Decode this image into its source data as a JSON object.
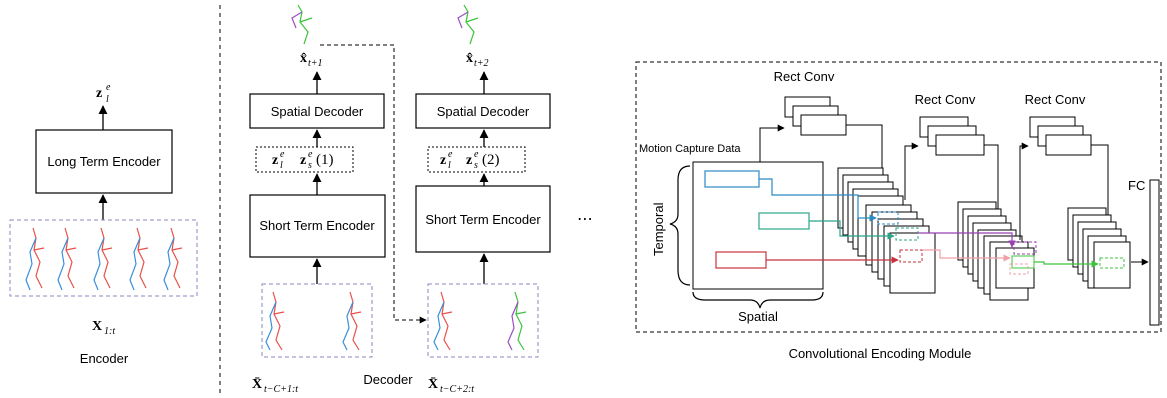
{
  "encoder": {
    "latent_label": "z",
    "latent_sup": "e",
    "latent_sub": "l",
    "box_label": "Long Term Encoder",
    "input_label": "X",
    "input_sub": "1:t",
    "section_label": "Encoder"
  },
  "decoder": {
    "section_label": "Decoder",
    "step1": {
      "output_label": "x̂",
      "output_sub": "t+1",
      "spatial_label": "Spatial Decoder",
      "z_long": "z",
      "z_short": "z",
      "z_index": "(1)",
      "short_label": "Short Term Encoder",
      "input_label": "X̄",
      "input_sub": "t−C+1:t"
    },
    "step2": {
      "output_label": "x̂",
      "output_sub": "t+2",
      "spatial_label": "Spatial Decoder",
      "z_long": "z",
      "z_short": "z",
      "z_index": "(2)",
      "short_label": "Short Term Encoder",
      "input_label": "X̄",
      "input_sub": "t−C+2:t"
    },
    "ellipsis": "⋯"
  },
  "conv_module": {
    "title": "Convolutional Encoding Module",
    "motion_label": "Motion Capture Data",
    "temporal_label": "Temporal",
    "spatial_label": "Spatial",
    "rect_conv_1": "Rect Conv",
    "rect_conv_2": "Rect Conv",
    "rect_conv_3": "Rect Conv",
    "fc_label": "FC"
  },
  "colors": {
    "skeleton_red": "#e8504a",
    "skeleton_blue": "#3a8fd6",
    "skeleton_purple": "#9b4fc0",
    "skeleton_green": "#3cc43c",
    "path_blue": "#2a8ac4",
    "path_teal": "#2aa58a",
    "path_red": "#c8323c",
    "path_pink": "#f0a0a8",
    "path_purple": "#9b3fb5",
    "path_green": "#3cc43c",
    "dashed_box": "#8a8ac0"
  }
}
